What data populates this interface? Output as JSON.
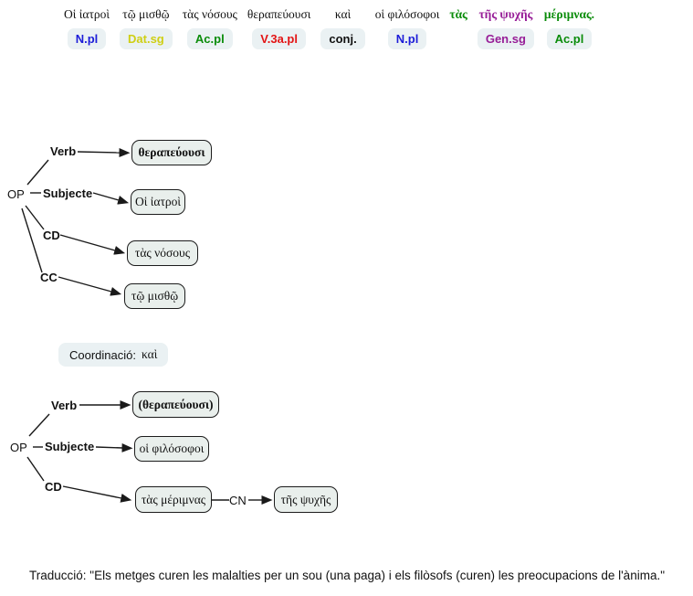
{
  "colors": {
    "text_black": "#111111",
    "noun_blue": "#1d1dd8",
    "dative_yellow": "#cfcf14",
    "accusative_green": "#0a8c0a",
    "verb_red": "#e31414",
    "genitive_purple": "#971d97",
    "box_fill": "#e9efec",
    "badge_fill": "#eaf1f3"
  },
  "sentence": {
    "words": [
      {
        "text": "Οἱ ἰατροὶ",
        "color": "text_black",
        "bold": false,
        "tag": "N.pl",
        "tag_color": "noun_blue"
      },
      {
        "text": "τῷ μισθῷ",
        "color": "text_black",
        "bold": false,
        "tag": "Dat.sg",
        "tag_color": "dative_yellow"
      },
      {
        "text": "τὰς νόσους",
        "color": "text_black",
        "bold": false,
        "tag": "Ac.pl",
        "tag_color": "accusative_green"
      },
      {
        "text": "θεραπεύουσι",
        "color": "text_black",
        "bold": false,
        "tag": "V.3a.pl",
        "tag_color": "verb_red"
      },
      {
        "text": "καὶ",
        "color": "text_black",
        "bold": false,
        "tag": "conj.",
        "tag_color": "text_black"
      },
      {
        "text": "οἱ φιλόσοφοι",
        "color": "text_black",
        "bold": false,
        "tag": "N.pl",
        "tag_color": "noun_blue"
      },
      {
        "text": "τὰς",
        "color": "accusative_green",
        "bold": true,
        "tag": "",
        "tag_color": "text_black"
      },
      {
        "text": "τῆς ψυχῆς",
        "color": "genitive_purple",
        "bold": true,
        "tag": "Gen.sg",
        "tag_color": "genitive_purple"
      },
      {
        "text": "μέριμνας.",
        "color": "accusative_green",
        "bold": true,
        "tag": "Ac.pl",
        "tag_color": "accusative_green"
      }
    ]
  },
  "tree1": {
    "root": "OP",
    "verb_label": "Verb",
    "verb_value": "θεραπεύουσι",
    "subject_label": "Subjecte",
    "subject_value": "Οἱ ἰατροὶ",
    "cd_label": "CD",
    "cd_value": "τὰς νόσους",
    "cc_label": "CC",
    "cc_value": "τῷ μισθῷ"
  },
  "coordination": {
    "label": "Coordinació:",
    "value": "καὶ"
  },
  "tree2": {
    "root": "OP",
    "verb_label": "Verb",
    "verb_value": "(θεραπεύουσι)",
    "subject_label": "Subjecte",
    "subject_value": "οἱ φιλόσοφοι",
    "cd_label": "CD",
    "cd_value": "τὰς μέριμνας",
    "cn_label": "CN",
    "cn_value": "τῆς ψυχῆς"
  },
  "translation": "Traducció: \"Els metges curen les malalties per un sou (una paga) i els filòsofs (curen) les preocupacions de l'ànima.\""
}
